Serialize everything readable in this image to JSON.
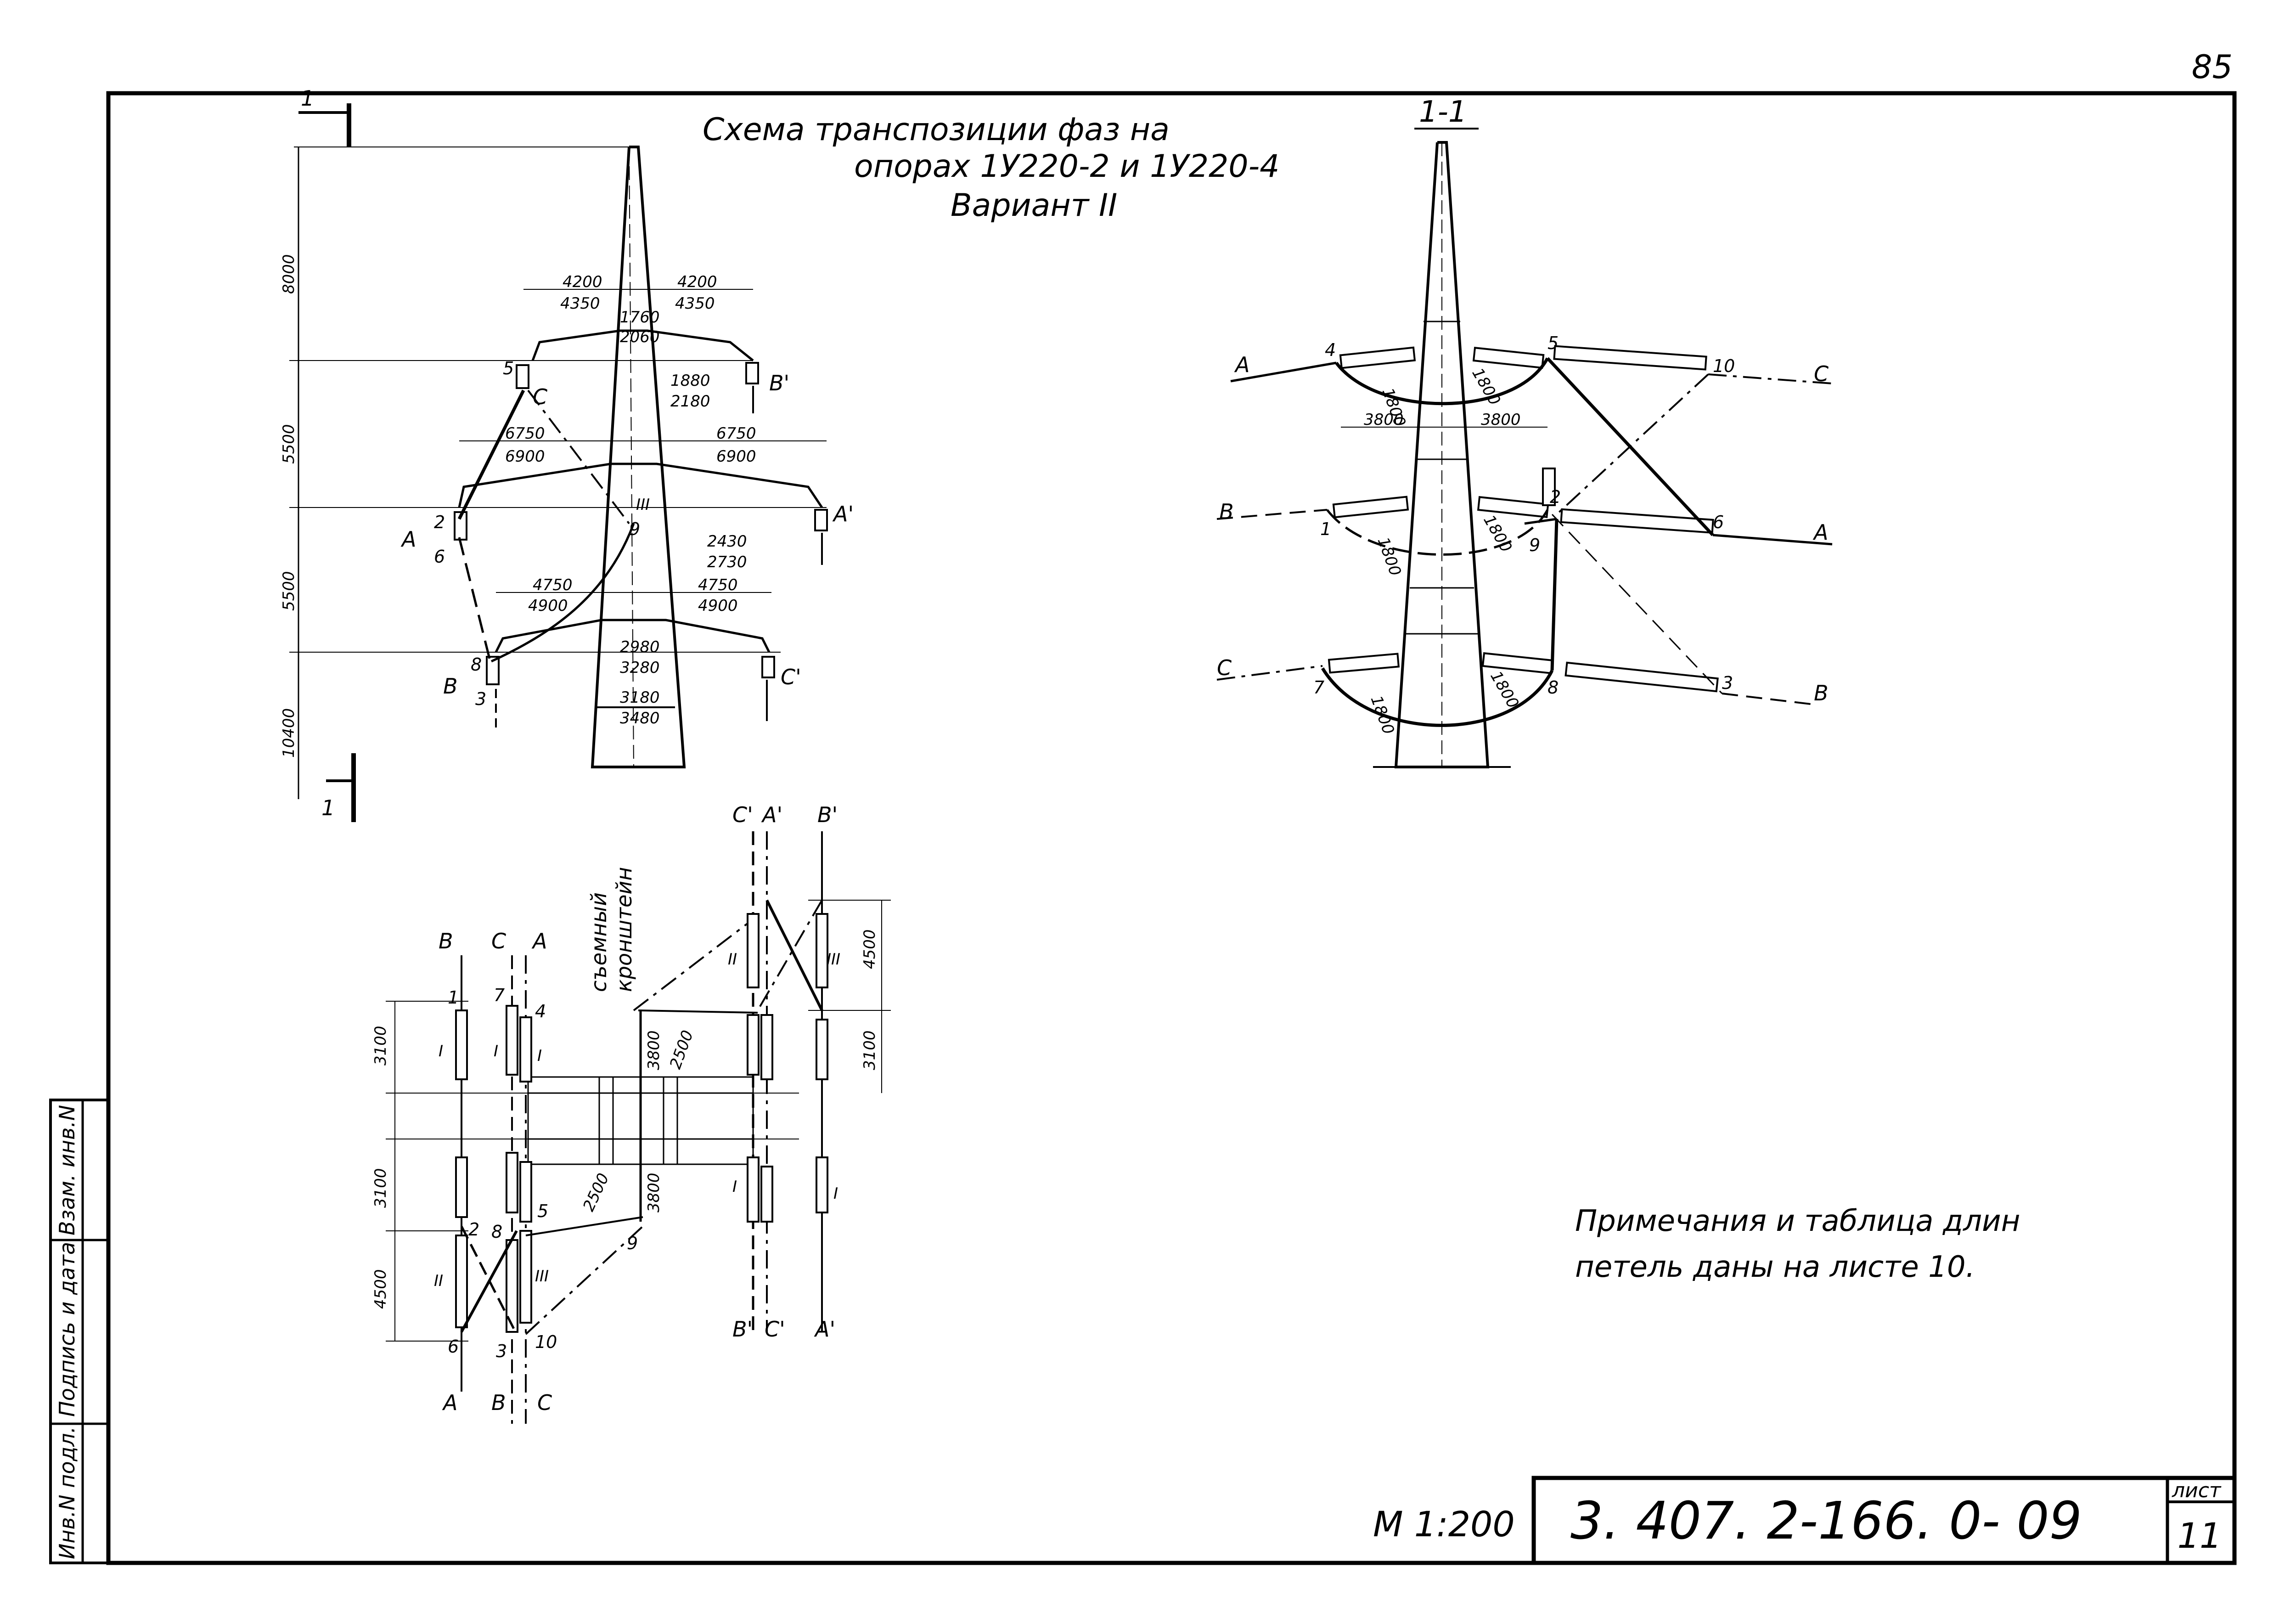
{
  "sheet": {
    "page_number": "85",
    "scale": "М 1:200",
    "code": "3. 407. 2-166. 0- 09",
    "sheet_label": "лист",
    "sheet_no": "11"
  },
  "title": {
    "line1": "Схема    транспозиции   фаз  на",
    "line2": "опорах  1У220-2 и  1У220-4",
    "line3": "Вариант  II"
  },
  "side_stamp": {
    "cell1": "Инв.N подл.",
    "cell2": "Подпись и дата",
    "cell3": "Взам. инв.N"
  },
  "note": {
    "line1": "Примечания  и  таблица  длин",
    "line2": "петель  даны  на  листе  10."
  },
  "tower_front": {
    "section_mark_top": "1",
    "section_mark_bottom": "1",
    "height_dims": [
      "8000",
      "5500",
      "5500",
      "10400"
    ],
    "dims": [
      "4200",
      "4350",
      "4200",
      "4350",
      "1760",
      "2060",
      "1880",
      "2180",
      "6750",
      "6900",
      "6750",
      "6900",
      "2430",
      "2730",
      "4750",
      "4900",
      "4750",
      "4900",
      "2980",
      "3280",
      "3180",
      "3480"
    ],
    "phase_labels": [
      "C",
      "B'",
      "A",
      "A'",
      "B",
      "C'"
    ],
    "point_labels": [
      "5",
      "2",
      "6",
      "9",
      "8",
      "3",
      "III"
    ]
  },
  "section_view": {
    "title": "1-1",
    "phase_labels": [
      "A",
      "C",
      "B",
      "A",
      "C",
      "B"
    ],
    "point_labels": [
      "4",
      "5",
      "10",
      "1",
      "2",
      "9",
      "6",
      "7",
      "8",
      "3"
    ],
    "dims": [
      "3800",
      "3800",
      "1800",
      "1800",
      "1800",
      "1800",
      "1800",
      "1800"
    ]
  },
  "plan_view": {
    "top_labels_left": [
      "B",
      "C",
      "A"
    ],
    "top_labels_right": [
      "C'",
      "A'",
      "B'"
    ],
    "bottom_labels_left": [
      "A",
      "B",
      "C"
    ],
    "bottom_labels_right": [
      "B'",
      "C'",
      "A'"
    ],
    "bracket_label_1": "съемный",
    "bracket_label_2": "кронштейн",
    "dims_left": [
      "3100",
      "3100",
      "4500"
    ],
    "dims_right": [
      "4500",
      "3100"
    ],
    "dims_center": [
      "3800",
      "2500",
      "2500",
      "3800"
    ],
    "point_labels": [
      "1",
      "7",
      "4",
      "2",
      "8",
      "5",
      "9",
      "6",
      "3",
      "10"
    ],
    "roman": [
      "I",
      "I",
      "I",
      "II",
      "III",
      "II",
      "III",
      "I",
      "I"
    ]
  }
}
